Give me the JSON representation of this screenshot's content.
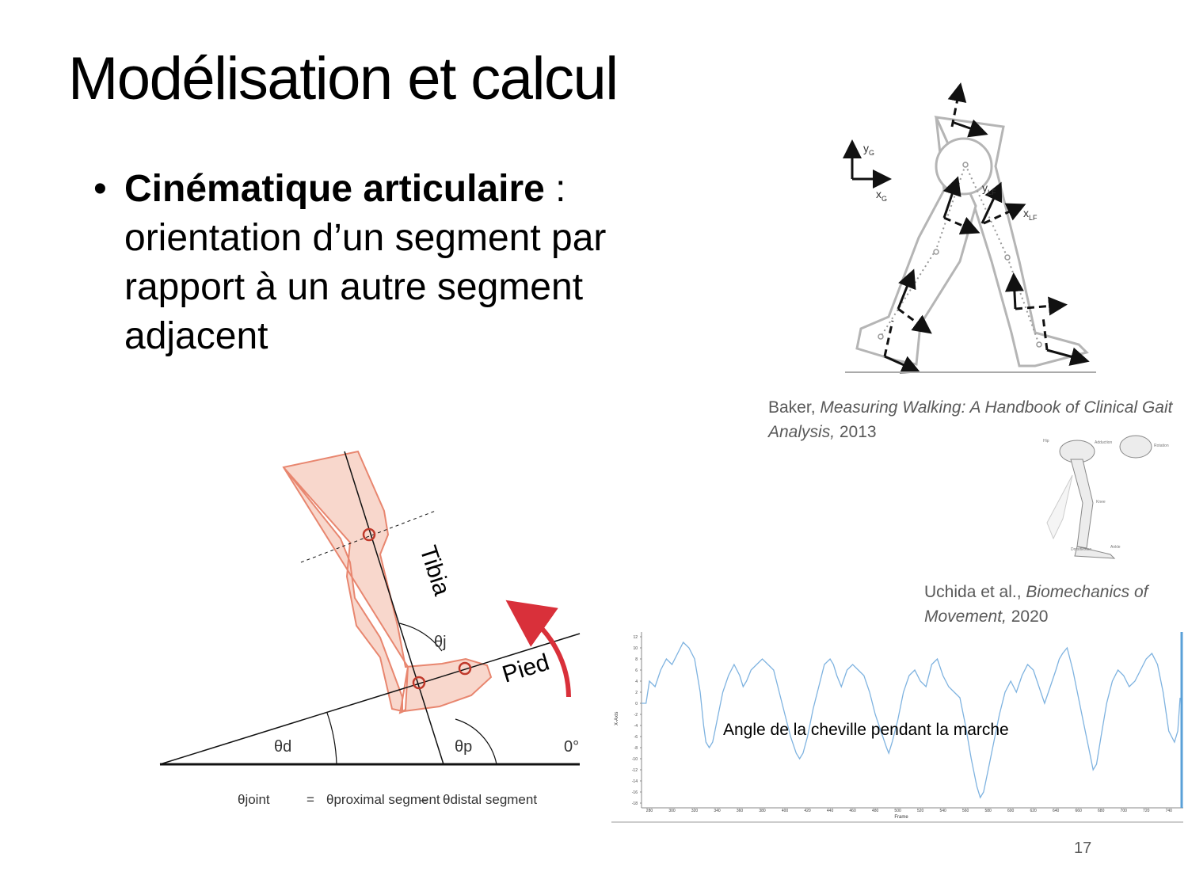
{
  "slide": {
    "title": "Modélisation et calcul",
    "bullet": {
      "symbol": "•",
      "bold": "Cinématique articulaire",
      "separator": " :",
      "text": "orientation d’un segment par rapport à un autre segment adjacent"
    },
    "page_number": "17"
  },
  "citation_baker": {
    "author": "Baker, ",
    "title": "Measuring Walking: A Handbook of Clinical Gait Analysis,",
    "year": " 2013"
  },
  "citation_uchida": {
    "author": "Uchida et al., ",
    "title": "Biomechanics of Movement,",
    "year": " 2020"
  },
  "gait_figure": {
    "labels": {
      "yg": "y",
      "yg_sub": "G",
      "xg": "x",
      "xg_sub": "G",
      "ylf": "y",
      "ylf_sub": "LF",
      "xlf": "x",
      "xlf_sub": "LF"
    }
  },
  "ankle_figure": {
    "labels": {
      "tibia": "Tibia",
      "pied": "Pied",
      "theta_j": "θj",
      "theta_d": "θd",
      "theta_p": "θp",
      "zero": "0°",
      "formula_lhs": "θjoint",
      "formula_eq": "=",
      "formula_prox": "θproximal segment",
      "formula_minus": "–",
      "formula_dist": "θdistal segment"
    },
    "colors": {
      "skin": "#f8d7cc",
      "skin_outline": "#e8866f",
      "arrow": "#d9303a",
      "marker": "#c0392b"
    }
  },
  "chart_data": {
    "type": "line",
    "annotation": "Angle de la cheville pendant la marche",
    "xlabel": "Frame",
    "ylabel": "X-Axis",
    "xlim": [
      273,
      750
    ],
    "ylim": [
      -18,
      12
    ],
    "x_ticks": [
      280,
      300,
      320,
      340,
      360,
      380,
      400,
      420,
      440,
      460,
      480,
      500,
      520,
      540,
      560,
      580,
      600,
      620,
      640,
      660,
      680,
      700,
      720,
      740
    ],
    "y_ticks": [
      12,
      10,
      8,
      6,
      4,
      2,
      0,
      -2,
      -4,
      -6,
      -8,
      -10,
      -12,
      -14,
      -16,
      -18
    ],
    "series": [
      {
        "color": "#7fb3e0",
        "x": [
          273,
          275,
          277,
          280,
          285,
          290,
          295,
          300,
          305,
          310,
          315,
          320,
          325,
          328,
          330,
          333,
          336,
          338,
          340,
          345,
          350,
          355,
          360,
          363,
          366,
          370,
          375,
          380,
          385,
          390,
          395,
          400,
          405,
          410,
          413,
          416,
          420,
          425,
          430,
          435,
          440,
          443,
          446,
          450,
          455,
          460,
          465,
          470,
          475,
          480,
          485,
          490,
          492,
          495,
          500,
          505,
          510,
          515,
          520,
          525,
          530,
          535,
          540,
          545,
          550,
          555,
          560,
          565,
          570,
          573,
          576,
          580,
          585,
          590,
          595,
          600,
          605,
          610,
          615,
          620,
          625,
          630,
          635,
          640,
          643,
          646,
          650,
          655,
          660,
          665,
          670,
          673,
          676,
          680,
          685,
          690,
          695,
          700,
          705,
          710,
          715,
          720,
          725,
          730,
          735,
          740,
          745,
          748,
          750
        ],
        "y": [
          0,
          0,
          0,
          4,
          3,
          6,
          8,
          7,
          9,
          11,
          10,
          8,
          2,
          -4,
          -7,
          -8,
          -7,
          -5,
          -3,
          2,
          5,
          7,
          5,
          3,
          4,
          6,
          7,
          8,
          7,
          6,
          2,
          -2,
          -6,
          -9,
          -10,
          -9,
          -6,
          -1,
          3,
          7,
          8,
          7,
          5,
          3,
          6,
          7,
          6,
          5,
          2,
          -2,
          -5,
          -8,
          -9,
          -7,
          -3,
          2,
          5,
          6,
          4,
          3,
          7,
          8,
          5,
          3,
          2,
          1,
          -4,
          -10,
          -15,
          -17,
          -16,
          -12,
          -7,
          -2,
          2,
          4,
          2,
          5,
          7,
          6,
          3,
          0,
          3,
          6,
          8,
          9,
          10,
          6,
          1,
          -4,
          -9,
          -12,
          -11,
          -6,
          0,
          4,
          6,
          5,
          3,
          4,
          6,
          8,
          9,
          7,
          2,
          -5,
          -7,
          -5,
          1
        ]
      }
    ]
  }
}
